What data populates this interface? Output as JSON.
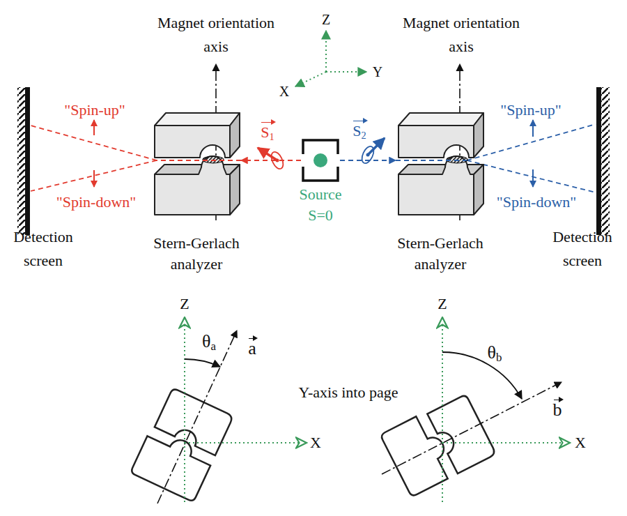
{
  "diagram": {
    "nodes": [
      {
        "text": [
          "Stern-Gerlach analyzer"
        ]
      },
      {
        "text": [
          "Source S=0"
        ]
      },
      {
        "text": [
          "Stern-Gerlach analyzer"
        ]
      }
    ],
    "edges": [
      {
        "from": 1,
        "to": 0,
        "arrow": "to"
      },
      {
        "from": 1,
        "to": 2,
        "arrow": "to"
      }
    ],
    "labels": [
      "Magnet orientation axis",
      "Magnet orientation axis",
      "Z",
      "Y",
      "X",
      "\"Spin-up\"",
      "\"Spin-down\"",
      "S1",
      "S2",
      "\"Spin-up\"",
      "\"Spin-down\"",
      "Detection screen",
      "Detection screen",
      "Z",
      "θa",
      "a",
      "X",
      "Y-axis into page",
      "Z",
      "θb",
      "b",
      "X"
    ]
  }
}
